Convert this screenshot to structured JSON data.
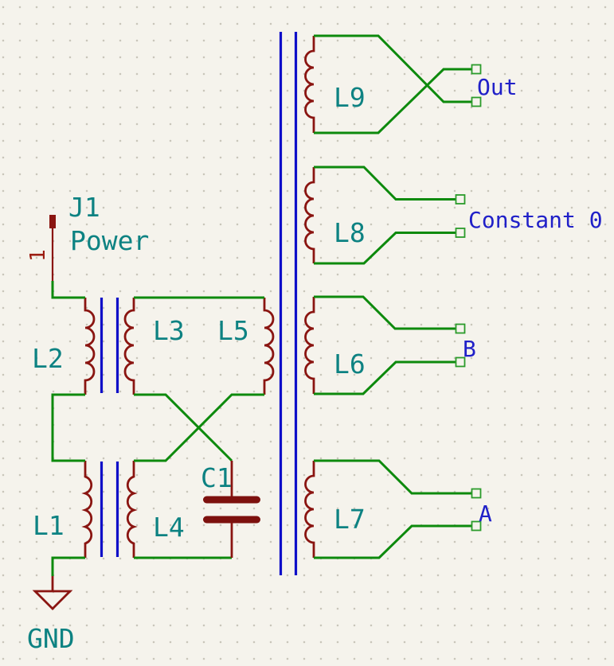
{
  "palette": {
    "background": "#f5f3ec",
    "grid_dot": "#c9c6ba",
    "wire_green": "#0d8a0d",
    "symbol_maroon": "#8a1511",
    "capacitor_plate_maroon": "#7d110e",
    "transformer_core_blue": "#0e0ec8",
    "reference_teal": "#0d8282",
    "net_label_blue": "#2020c8",
    "pin_number_red": "#9c1d12",
    "unconnected_pin_green": "#2b9b2b"
  },
  "connector": {
    "reference": "J1",
    "value": "Power",
    "pin_number": "1"
  },
  "inductors": {
    "L1": "L1",
    "L2": "L2",
    "L3": "L3",
    "L4": "L4",
    "L5": "L5",
    "L6": "L6",
    "L7": "L7",
    "L8": "L8",
    "L9": "L9"
  },
  "capacitor": {
    "reference": "C1"
  },
  "ground": {
    "label": "GND"
  },
  "net_labels": {
    "out": "Out",
    "constant_zero": "Constant 0",
    "b": "B",
    "a": "A"
  }
}
